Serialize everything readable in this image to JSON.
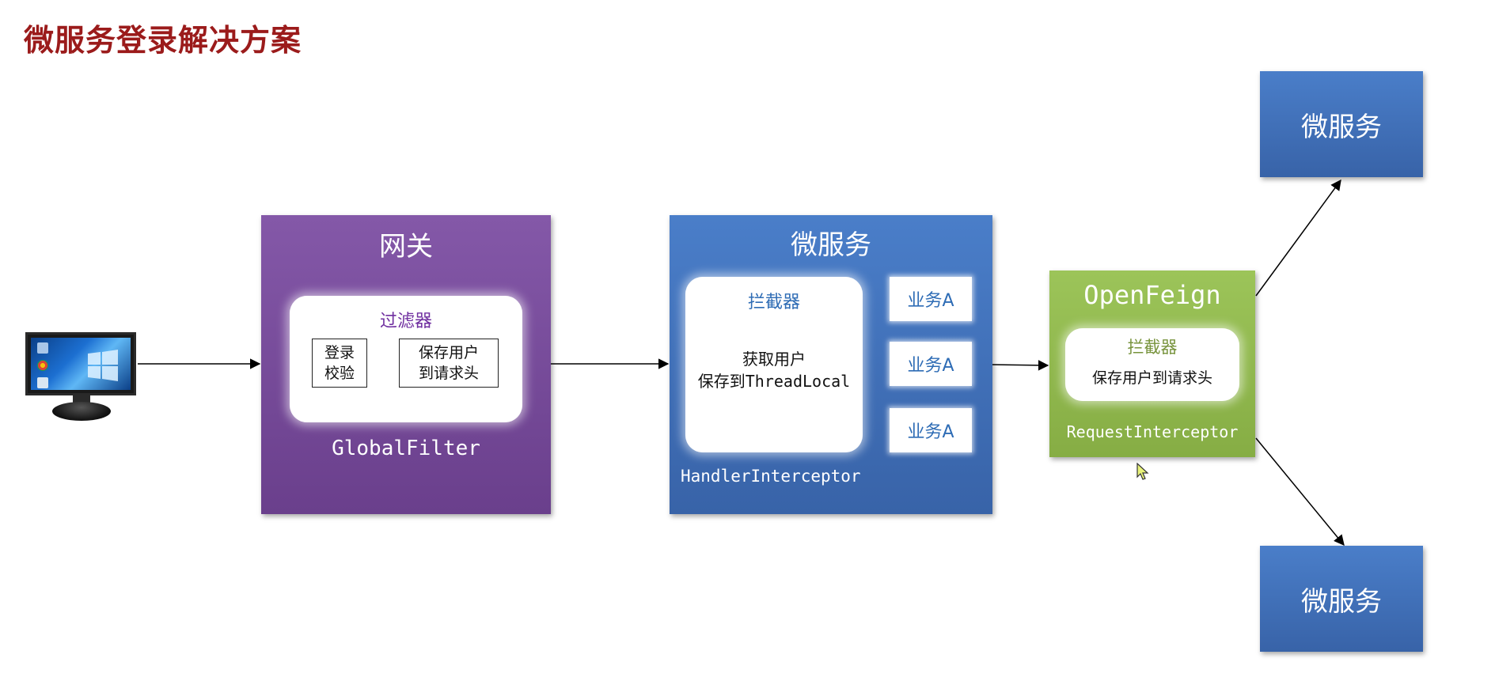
{
  "title": "微服务登录解决方案",
  "client": {
    "icon": "computer-monitor-icon"
  },
  "gateway": {
    "title": "网关",
    "filter_title": "过滤器",
    "step1": "登录\n校验",
    "step2": "保存用户\n到请求头",
    "footer": "GlobalFilter",
    "color": "#7a4fa0"
  },
  "microservice": {
    "title": "微服务",
    "interceptor_title": "拦截器",
    "interceptor_body": "获取用户\n保存到ThreadLocal",
    "business": [
      "业务A",
      "业务A",
      "业务A"
    ],
    "footer": "HandlerInterceptor",
    "color": "#4472c4"
  },
  "openfeign": {
    "title": "OpenFeign",
    "interceptor_title": "拦截器",
    "interceptor_body": "保存用户到请求头",
    "footer": "RequestInterceptor",
    "color": "#92bb4f"
  },
  "downstream": [
    "微服务",
    "微服务"
  ],
  "colors": {
    "title": "#9b1b1b",
    "arrow": "#000000"
  }
}
